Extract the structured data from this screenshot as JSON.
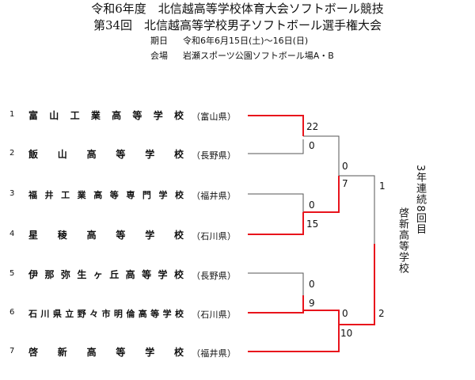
{
  "header": {
    "title_line1": "令和6年度　北信越高等学校体育大会ソフトボール競技",
    "title_line2": "第34回　北信越高等学校男子ソフトボール選手権大会",
    "date_label": "期日",
    "date_value": "令和6年6月15日(土)〜16日(日)",
    "venue_label": "会場",
    "venue_value": "岩瀬スポーツ公園ソフトボール場A・B"
  },
  "teams": [
    {
      "seed": "1",
      "name": "富山工業高等学校",
      "pref": "（富山県）"
    },
    {
      "seed": "2",
      "name": "飯山高等学校",
      "pref": "（長野県）"
    },
    {
      "seed": "3",
      "name": "福井工業高等専門学校",
      "pref": "（福井県）"
    },
    {
      "seed": "4",
      "name": "星稜高等学校",
      "pref": "（石川県）"
    },
    {
      "seed": "5",
      "name": "伊那弥生ヶ丘高等学校",
      "pref": "（長野県）"
    },
    {
      "seed": "6",
      "name": "石川県立野々市明倫高等学校",
      "pref": "（石川県）"
    },
    {
      "seed": "7",
      "name": "啓新高等学校",
      "pref": "（福井県）"
    }
  ],
  "scores": {
    "r1_m1_top": "22",
    "r1_m1_bottom": "0",
    "r1_m2_top": "0",
    "r1_m2_bottom": "15",
    "r1_m3_top": "0",
    "r1_m3_bottom": "9",
    "r2_m1_top": "0",
    "r2_m1_bottom": "7",
    "r2_m2_top": "0",
    "r2_m2_bottom": "10",
    "final_top": "1",
    "final_bottom": "2"
  },
  "champion": {
    "streak": "3年連続8回目",
    "name": "啓新高等学校"
  },
  "colors": {
    "winner_line": "#e8141c",
    "loser_line": "#555555"
  }
}
